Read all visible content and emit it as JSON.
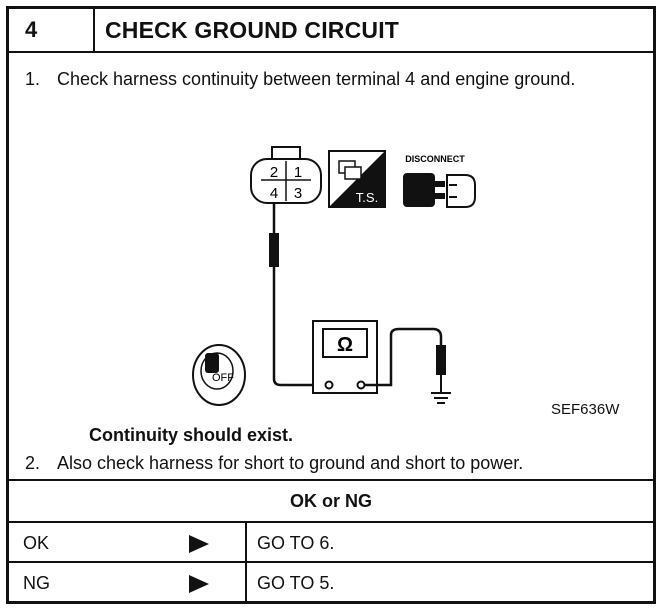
{
  "step": {
    "number": "4",
    "title": "CHECK GROUND CIRCUIT"
  },
  "instructions": [
    {
      "num": "1.",
      "text": "Check harness continuity between terminal 4 and engine ground."
    },
    {
      "num": "2.",
      "text": "Also check harness for short to ground and short to power."
    }
  ],
  "diagram": {
    "connector_pins": [
      "2",
      "1",
      "4",
      "3"
    ],
    "ts_label": "T.S.",
    "disconnect_label": "DISCONNECT",
    "ignition_label": "OFF",
    "meter_symbol": "Ω",
    "figure_id": "SEF636W",
    "icons": [
      "connector-icon",
      "test-service-icon",
      "disconnect-icon",
      "ignition-key-off-icon",
      "ohmmeter-icon",
      "ground-symbol-icon"
    ]
  },
  "expected": "Continuity should exist.",
  "result": {
    "header": "OK or NG",
    "rows": [
      {
        "label": "OK",
        "action": "GO TO 6."
      },
      {
        "label": "NG",
        "action": "GO TO 5."
      }
    ]
  }
}
